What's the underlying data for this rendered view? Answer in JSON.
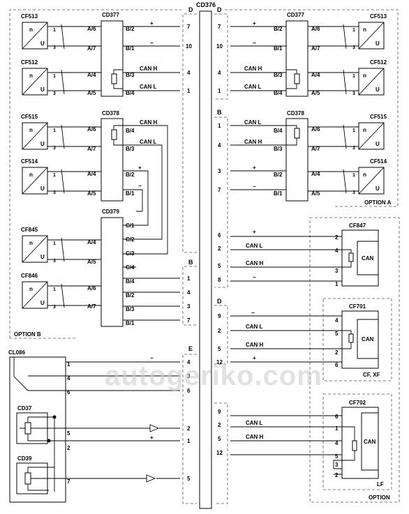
{
  "components": {
    "cd376": "CD376",
    "cd377": "CD377",
    "cd378": "CD378",
    "cd379": "CD379",
    "cl086": "CL086",
    "cd37": "CD37",
    "cd39": "CD39",
    "cf847": "CF847",
    "cf701": "CF701",
    "cf702": "CF702"
  },
  "sensors_left": [
    "CF513",
    "CF512",
    "CF515",
    "CF514",
    "CF845",
    "CF846"
  ],
  "sensors_right": [
    "CF513",
    "CF512",
    "CF515",
    "CF514"
  ],
  "sensor_symbols": {
    "top": "n",
    "bottom": "U"
  },
  "pins_ab": {
    "p1": "1",
    "p3": "3"
  },
  "sensor_pins_left": [
    [
      "A/6",
      "A/7"
    ],
    [
      "A/4",
      "A/5"
    ],
    [
      "A/6",
      "A/7"
    ],
    [
      "A/4",
      "A/5"
    ],
    [
      "A/4",
      "A/5"
    ],
    [
      "A/6",
      "A/7"
    ]
  ],
  "sensor_pins_right": [
    [
      "A/6",
      "A/7"
    ],
    [
      "A/4",
      "A/5"
    ],
    [
      "A/6",
      "A/7"
    ],
    [
      "A/4",
      "A/5"
    ]
  ],
  "cd377_b_left": [
    "B/2",
    "B/1",
    "B/3",
    "B/4"
  ],
  "cd377_b_right": [
    "B/2",
    "B/1",
    "B/3",
    "B/4"
  ],
  "cd378_b_left": [
    "B/4",
    "B/3",
    "B/2",
    "B/1"
  ],
  "cd378_b_right": [
    "B/4",
    "B/3",
    "B/2",
    "B/1"
  ],
  "cd379_c": [
    "C/1",
    "C/2",
    "C/3",
    "C/4"
  ],
  "cd379_b": [
    "B/4",
    "B/2",
    "B/3",
    "B/1"
  ],
  "signals": {
    "plus": "+",
    "minus": "−",
    "can_h": "CAN H",
    "can_l": "CAN L",
    "can": "CAN"
  },
  "sections": {
    "D": "D",
    "B": "B",
    "E": "E"
  },
  "conn_left_D": [
    "7",
    "10",
    "4",
    "1"
  ],
  "conn_left_B": [
    "1",
    "4",
    "3",
    "7"
  ],
  "conn_left_E": [
    "4",
    "3",
    "6",
    "2",
    "1",
    "5"
  ],
  "conn_right_D_top": [
    "7",
    "10",
    "4",
    "1"
  ],
  "conn_right_B": [
    "1",
    "4",
    "3",
    "7",
    "6",
    "2",
    "5",
    "8"
  ],
  "conn_right_D2": [
    "9",
    "2",
    "5",
    "12"
  ],
  "conn_right_bottom": [
    "9",
    "2",
    "5",
    "12"
  ],
  "cf847_pins": [
    "2",
    "4",
    "3",
    "1"
  ],
  "cf701_pins": [
    "4",
    "5",
    "2",
    "6"
  ],
  "cf702_pins": [
    "6",
    "1",
    "4",
    "5",
    "3",
    "2"
  ],
  "cl086_pins": [
    "1",
    "4",
    "6",
    "5",
    "2",
    "7"
  ],
  "labels": {
    "option_a": "OPTION A",
    "option_b": "OPTION B",
    "option": "OPTION",
    "cf_xf": "CF, XF",
    "lf": "LF"
  },
  "watermark": "autogeriko.com"
}
